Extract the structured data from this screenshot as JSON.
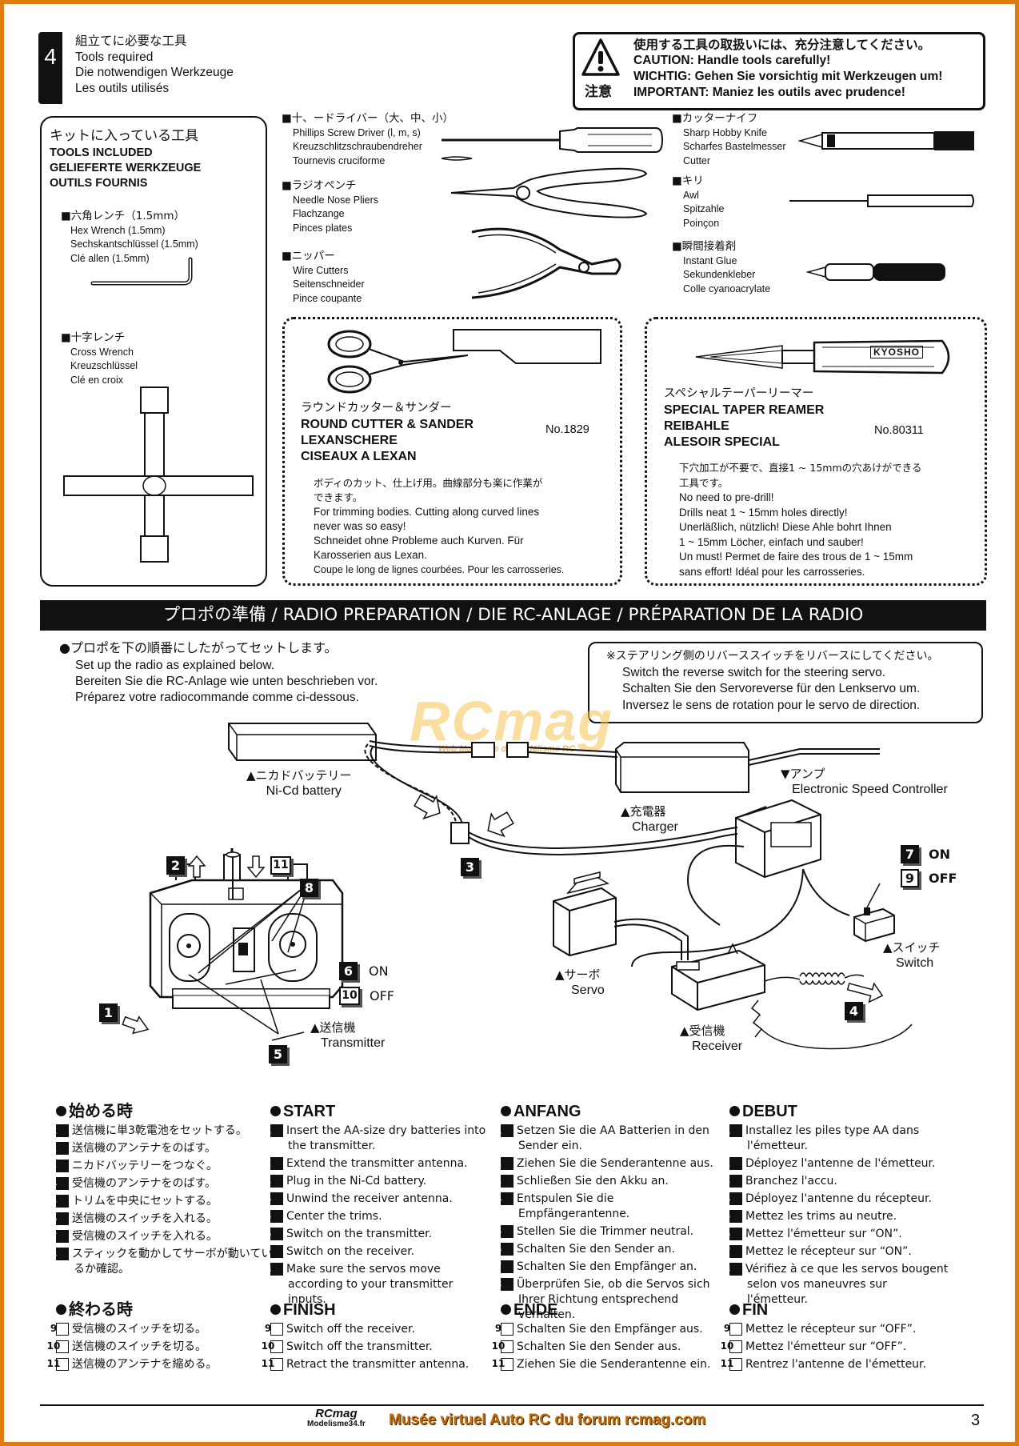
{
  "header": {
    "step_number": "4",
    "title_jp": "組立てに必要な工具",
    "title_en": "Tools required",
    "title_de": "Die notwendigen Werkzeuge",
    "title_fr": "Les outils utilisés"
  },
  "caution": {
    "badge": "注意",
    "line_jp": "使用する工具の取扱いには、充分注意してください。",
    "line_en": "CAUTION: Handle tools carefully!",
    "line_de": "WICHTIG: Gehen Sie vorsichtig mit Werkzeugen um!",
    "line_fr": "IMPORTANT: Maniez les outils avec prudence!"
  },
  "tools_included": {
    "title_jp": "キットに入っている工具",
    "title_en": "TOOLS INCLUDED",
    "title_de": "GELIEFERTE WERKZEUGE",
    "title_fr": "OUTILS FOURNIS",
    "hex": {
      "jp": "■六角レンチ（1.5mm）",
      "en": "Hex Wrench (1.5mm)",
      "de": "Sechskantschlüssel (1.5mm)",
      "fr": "Clé allen (1.5mm)"
    },
    "cross": {
      "jp": "■十字レンチ",
      "en": "Cross Wrench",
      "de": "Kreuzschlüssel",
      "fr": "Clé en croix"
    }
  },
  "tools": [
    {
      "id": "screwdriver",
      "jp": "■十、ードライバー（大、中、小）",
      "en": "Phillips Screw Driver (l, m, s)",
      "de": "Kreuzschlitzschraubendreher",
      "fr": "Tournevis cruciforme"
    },
    {
      "id": "pliers",
      "jp": "■ラジオペンチ",
      "en": "Needle Nose Pliers",
      "de": "Flachzange",
      "fr": "Pinces plates"
    },
    {
      "id": "cutters",
      "jp": "■ニッパー",
      "en": "Wire Cutters",
      "de": "Seitenschneider",
      "fr": "Pince coupante"
    },
    {
      "id": "knife",
      "jp": "■カッターナイフ",
      "en": "Sharp Hobby Knife",
      "de": "Scharfes Bastelmesser",
      "fr": "Cutter"
    },
    {
      "id": "awl",
      "jp": "■キリ",
      "en": "Awl",
      "de": "Spitzahle",
      "fr": "Poinçon"
    },
    {
      "id": "glue",
      "jp": "■瞬間接着剤",
      "en": "Instant Glue",
      "de": "Sekundenkleber",
      "fr": "Colle cyanoacrylate"
    }
  ],
  "round_cutter": {
    "jp": "ラウンドカッター＆サンダー",
    "en": "ROUND CUTTER & SANDER",
    "de": "LEXANSCHERE",
    "fr": "CISEAUX A LEXAN",
    "part_no": "No.1829",
    "desc_jp_1": "ボディのカット、仕上げ用。曲線部分も楽に作業が",
    "desc_jp_2": "できます。",
    "desc_en_1": "For trimming bodies.  Cutting along curved lines",
    "desc_en_2": "never was so easy!",
    "desc_de_1": "Schneidet ohne Probleme auch Kurven.  Für",
    "desc_de_2": "Karosserien aus Lexan.",
    "desc_fr": "Coupe le long de lignes courbées.  Pour les carrosseries."
  },
  "reamer": {
    "jp": "スペシャルテーパーリーマー",
    "en": "SPECIAL TAPER REAMER",
    "de": "REIBAHLE",
    "fr": "ALESOIR SPECIAL",
    "part_no": "No.80311",
    "brand": "KYOSHO",
    "desc_jp_1": "下穴加工が不要で、直接1 ~ 15mmの穴あけができる",
    "desc_jp_2": "工具です。",
    "desc_en_1": "No need to pre-drill!",
    "desc_en_2": "Drills neat 1 ~ 15mm holes directly!",
    "desc_de_1": "Unerläßlich, nützlich!  Diese Ahle bohrt Ihnen",
    "desc_de_2": "1 ~ 15mm Löcher, einfach und sauber!",
    "desc_fr_1": "Un must!  Permet de faire des trous de 1 ~ 15mm",
    "desc_fr_2": "sans effort!  Idéal pour les carrosseries."
  },
  "radio_banner": "プロポの準備 / RADIO PREPARATION / DIE RC-ANLAGE / PRÉPARATION DE LA RADIO",
  "radio_intro": {
    "jp": "●プロポを下の順番にしたがってセットします。",
    "en": "Set up the radio as explained below.",
    "de": "Bereiten Sie die RC-Anlage wie unten beschrieben vor.",
    "fr": "Préparez votre radiocommande comme ci-dessous."
  },
  "reverse_note": {
    "jp": "※ステアリング側のリバーススイッチをリバースにしてください。",
    "en": "Switch the reverse switch for the steering servo.",
    "de": "Schalten Sie den Servoreverse für den Lenkservo um.",
    "fr": "Inversez le sens de rotation pour le servo de direction."
  },
  "watermark": {
    "main": "RCmag",
    "sub": "Web Magazine du Modélisme RC"
  },
  "diagram": {
    "battery_jp": "▲ニカドバッテリー",
    "battery_en": "Ni-Cd battery",
    "charger_jp": "▲充電器",
    "charger_en": "Charger",
    "esc_jp": "▼アンプ",
    "esc_en": "Electronic Speed Controller",
    "transmitter_jp": "▲送信機",
    "transmitter_en": "Transmitter",
    "servo_jp": "▲サーボ",
    "servo_en": "Servo",
    "receiver_jp": "▲受信機",
    "receiver_en": "Receiver",
    "switch_jp": "▲スイッチ",
    "switch_en": "Switch",
    "on": "ON",
    "off": "OFF",
    "n1": "1",
    "n2": "2",
    "n3": "3",
    "n4": "4",
    "n5": "5",
    "n6": "6",
    "n7": "7",
    "n8": "8",
    "n9": "9",
    "n10": "10",
    "n11": "11"
  },
  "instructions": {
    "jp": {
      "start_title": "始める時",
      "start": [
        "送信機に単3乾電池をセットする。",
        "送信機のアンテナをのばす。",
        "ニカドバッテリーをつなぐ。",
        "受信機のアンテナをのばす。",
        "トリムを中央にセットする。",
        "送信機のスイッチを入れる。",
        "受信機のスイッチを入れる。",
        "スティックを動かしてサーボが動いているか確認。"
      ],
      "finish_title": "終わる時",
      "finish": [
        "受信機のスイッチを切る。",
        "送信機のスイッチを切る。",
        "送信機のアンテナを縮める。"
      ]
    },
    "en": {
      "start_title": "START",
      "start": [
        "Insert the AA-size dry batteries into the transmitter.",
        "Extend the transmitter antenna.",
        "Plug in the Ni-Cd battery.",
        "Unwind the receiver antenna.",
        "Center the trims.",
        "Switch on the transmitter.",
        "Switch on the receiver.",
        "Make sure the servos move according to your transmitter inputs."
      ],
      "finish_title": "FINISH",
      "finish": [
        "Switch off the receiver.",
        "Switch off the transmitter.",
        "Retract the transmitter antenna."
      ]
    },
    "de": {
      "start_title": "ANFANG",
      "start": [
        "Setzen Sie die AA Batterien in den Sender ein.",
        "Ziehen Sie die Senderantenne aus.",
        "Schließen Sie den Akku an.",
        "Entspulen Sie die Empfängerantenne.",
        "Stellen Sie die Trimmer neutral.",
        "Schalten Sie den Sender an.",
        "Schalten Sie den Empfänger an.",
        "Überprüfen Sie, ob die Servos sich Ihrer Richtung entsprechend verhalten."
      ],
      "finish_title": "ENDE",
      "finish": [
        "Schalten Sie den Empfänger aus.",
        "Schalten Sie den Sender aus.",
        "Ziehen Sie die Senderantenne ein."
      ]
    },
    "fr": {
      "start_title": "DEBUT",
      "start": [
        "Installez les piles type AA dans l'émetteur.",
        "Déployez l'antenne de l'émetteur.",
        "Branchez l'accu.",
        "Déployez l'antenne du récepteur.",
        "Mettez les trims au neutre.",
        "Mettez l'émetteur sur “ON”.",
        "Mettez le récepteur sur “ON”.",
        "Vérifiez à ce que les servos bougent selon vos maneuvres sur l'émetteur."
      ],
      "finish_title": "FIN",
      "finish": [
        "Mettez le récepteur sur “OFF”.",
        "Mettez l'émetteur sur “OFF”.",
        "Rentrez l'antenne de l'émetteur."
      ]
    }
  },
  "footer": {
    "logo_main": "RCmag",
    "logo_sub": "Modelisme34.fr",
    "museum": "Musée virtuel Auto RC du forum rcmag.com",
    "page": "3"
  }
}
